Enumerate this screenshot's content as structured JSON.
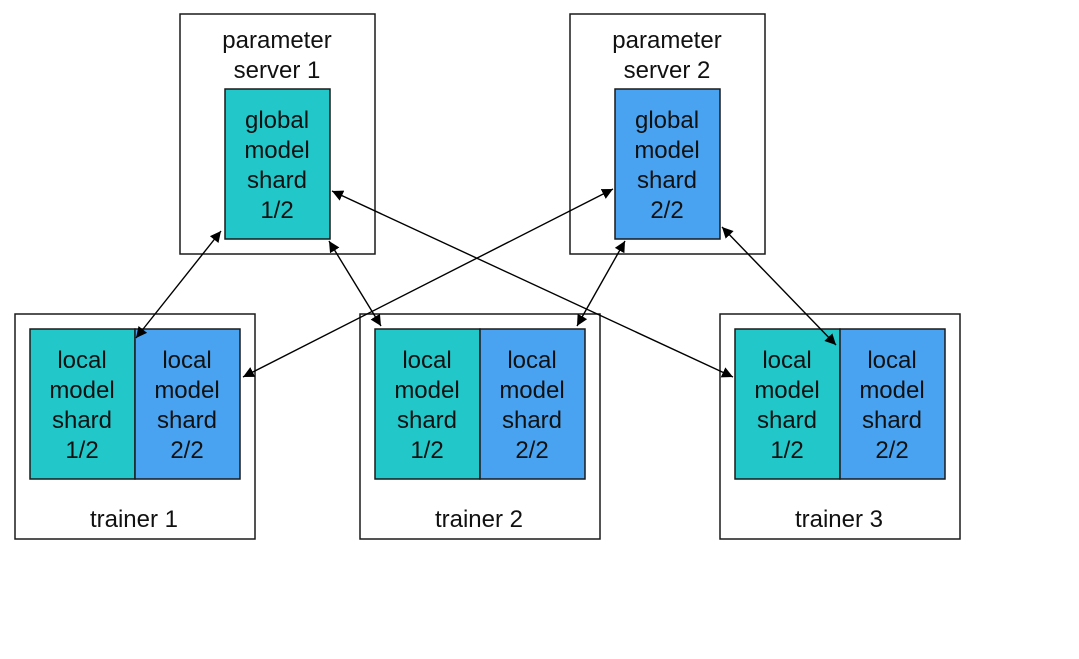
{
  "colors": {
    "shard1": "#22c7c9",
    "shard2": "#4aa3f0",
    "outline": "#1a1a1a",
    "background": "#ffffff"
  },
  "servers": [
    {
      "label_line1": "parameter",
      "label_line2": "server 1",
      "shard": {
        "l1": "global",
        "l2": "model",
        "l3": "shard",
        "l4": "1/2"
      }
    },
    {
      "label_line1": "parameter",
      "label_line2": "server 2",
      "shard": {
        "l1": "global",
        "l2": "model",
        "l3": "shard",
        "l4": "2/2"
      }
    }
  ],
  "trainers": [
    {
      "label": "trainer 1",
      "shards": [
        {
          "l1": "local",
          "l2": "model",
          "l3": "shard",
          "l4": "1/2"
        },
        {
          "l1": "local",
          "l2": "model",
          "l3": "shard",
          "l4": "2/2"
        }
      ]
    },
    {
      "label": "trainer 2",
      "shards": [
        {
          "l1": "local",
          "l2": "model",
          "l3": "shard",
          "l4": "1/2"
        },
        {
          "l1": "local",
          "l2": "model",
          "l3": "shard",
          "l4": "2/2"
        }
      ]
    },
    {
      "label": "trainer 3",
      "shards": [
        {
          "l1": "local",
          "l2": "model",
          "l3": "shard",
          "l4": "1/2"
        },
        {
          "l1": "local",
          "l2": "model",
          "l3": "shard",
          "l4": "2/2"
        }
      ]
    }
  ]
}
